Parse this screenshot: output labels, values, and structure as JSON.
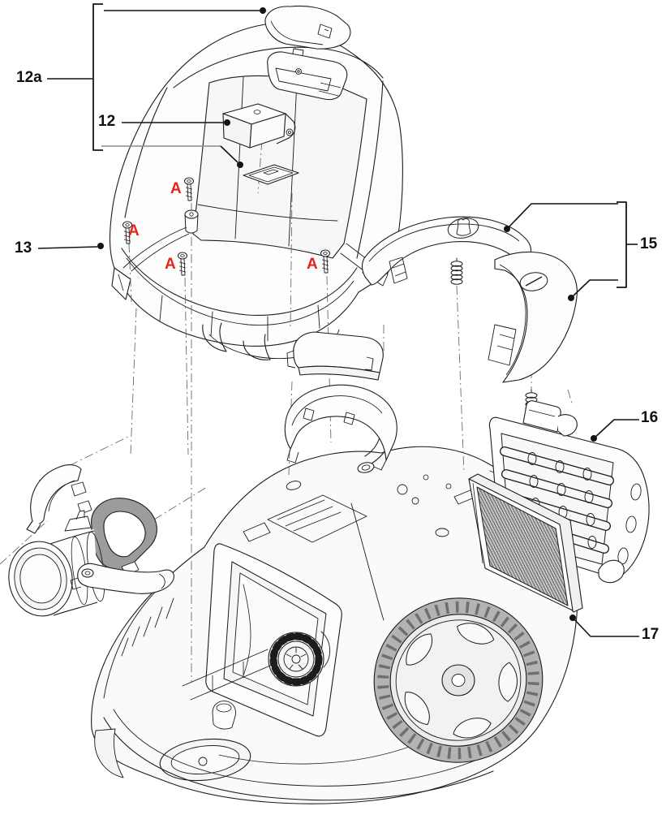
{
  "diagram": {
    "subject": "Exploded parts view of a canister vacuum cleaner",
    "background": "#ffffff",
    "line_color": "#1c1c1c",
    "leader_gray": "#8c8c8c",
    "marker_color": "#e3241b",
    "gasket_gray": "#9c9c9c",
    "tire_gray": "#b3b3b3",
    "callouts": {
      "c12a": {
        "label": "12a"
      },
      "c12": {
        "label": "12"
      },
      "c13": {
        "label": "13"
      },
      "c15": {
        "label": "15"
      },
      "c16": {
        "label": "16"
      },
      "c17": {
        "label": "17"
      }
    },
    "screw_markers": {
      "items": [
        {
          "label": "A"
        },
        {
          "label": "A"
        },
        {
          "label": "A"
        },
        {
          "label": "A"
        }
      ]
    }
  }
}
